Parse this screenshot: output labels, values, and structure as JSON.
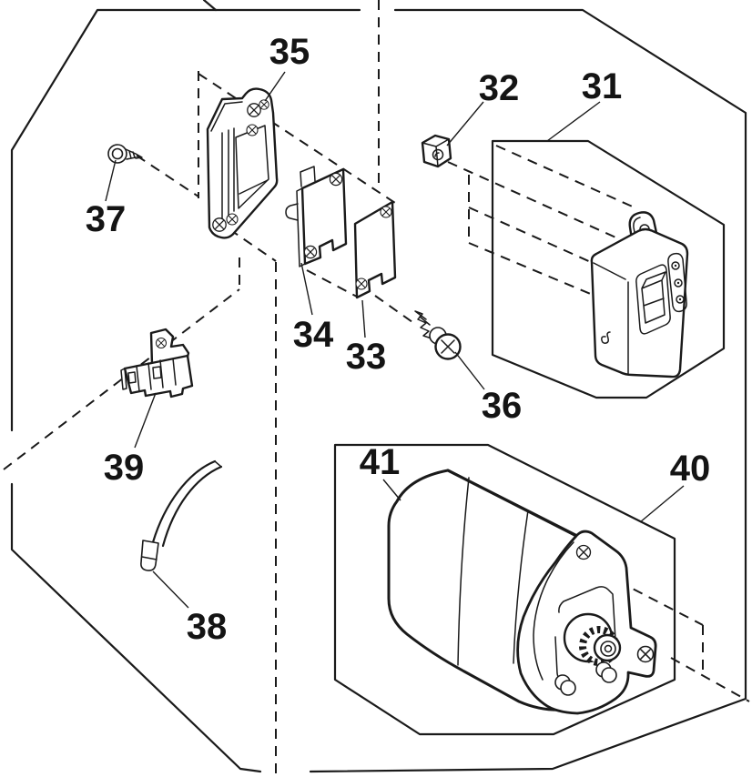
{
  "figure": {
    "kind": "exploded-parts-diagram",
    "background_color": "#ffffff",
    "line_color": "#1a1a1a"
  },
  "parts": [
    {
      "number": "31"
    },
    {
      "number": "32"
    },
    {
      "number": "33"
    },
    {
      "number": "34"
    },
    {
      "number": "35"
    },
    {
      "number": "36"
    },
    {
      "number": "37"
    },
    {
      "number": "38"
    },
    {
      "number": "39"
    },
    {
      "number": "40"
    },
    {
      "number": "41"
    }
  ]
}
